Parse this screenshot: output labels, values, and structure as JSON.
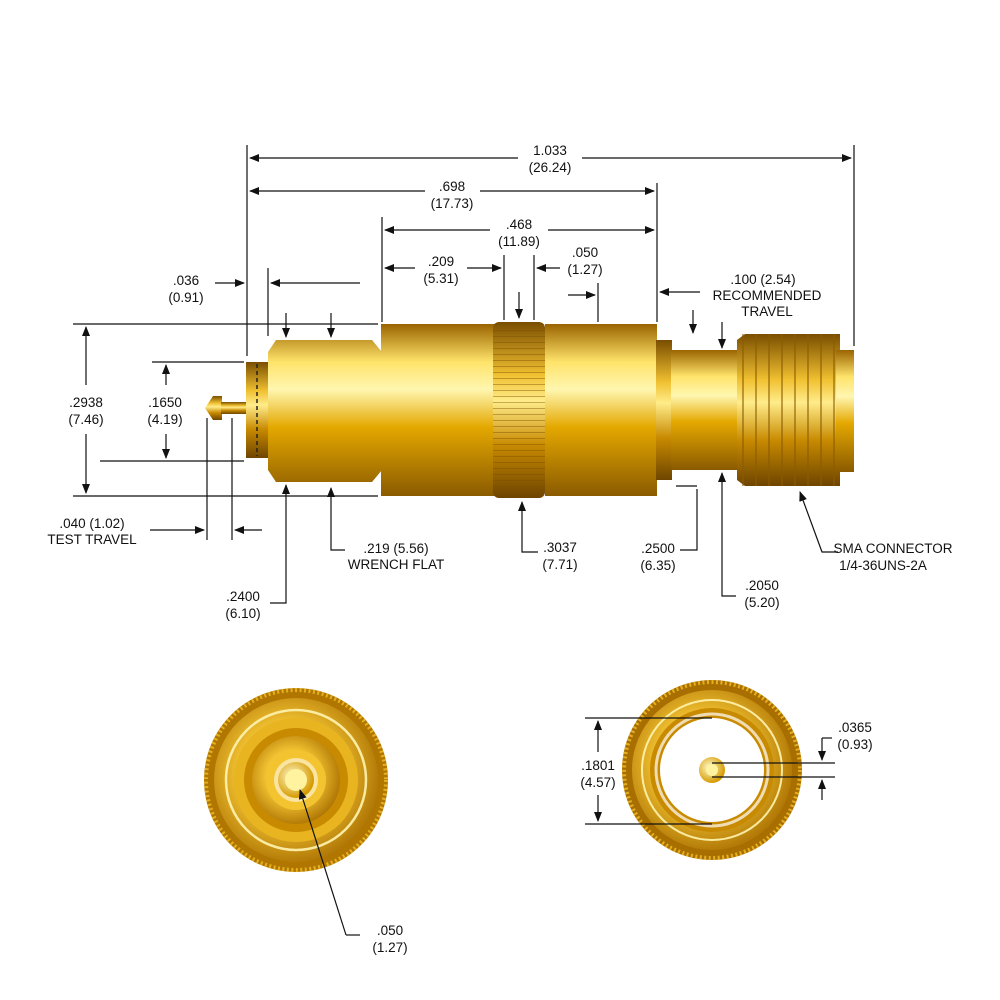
{
  "colors": {
    "gold_dark": "#8a5a00",
    "gold_mid": "#e0a400",
    "gold_light": "#ffe36a",
    "gold_highlight": "#fff6b0",
    "line": "#111111"
  },
  "labels": {
    "overall_length": {
      "inch": "1.033",
      "mm": "(26.24)"
    },
    "body_length": {
      "inch": ".698",
      "mm": "(17.73)"
    },
    "barrel_length": {
      "inch": ".468",
      "mm": "(11.89)"
    },
    "front_section": {
      "inch": ".209",
      "mm": "(5.31)"
    },
    "knurl_width": {
      "inch": ".050",
      "mm": "(1.27)"
    },
    "flange_offset": {
      "inch": ".036",
      "mm": "(0.91)"
    },
    "recommended_travel": {
      "line1": ".100 (2.54)",
      "line2": "RECOMMENDED",
      "line3": "TRAVEL"
    },
    "body_diameter": {
      "inch": ".2938",
      "mm": "(7.46)"
    },
    "tip_diameter": {
      "inch": ".1650",
      "mm": "(4.19)"
    },
    "test_travel": {
      "line1": ".040 (1.02)",
      "line2": "TEST TRAVEL"
    },
    "wrench_flat": {
      "line1": ".219 (5.56)",
      "line2": "WRENCH FLAT"
    },
    "front_diameter": {
      "inch": ".2400",
      "mm": "(6.10)"
    },
    "knurl_diameter": {
      "inch": ".3037",
      "mm": "(7.71)"
    },
    "neck_diameter": {
      "inch": ".2500",
      "mm": "(6.35)"
    },
    "thread_minor": {
      "inch": ".2050",
      "mm": "(5.20)"
    },
    "sma": {
      "line1": "SMA CONNECTOR",
      "line2": "1/4-36UNS-2A"
    },
    "plunger_diameter": {
      "inch": ".050",
      "mm": "(1.27)"
    },
    "socket_diameter": {
      "inch": ".1801",
      "mm": "(4.57)"
    },
    "pin_diameter": {
      "inch": ".0365",
      "mm": "(0.93)"
    }
  }
}
